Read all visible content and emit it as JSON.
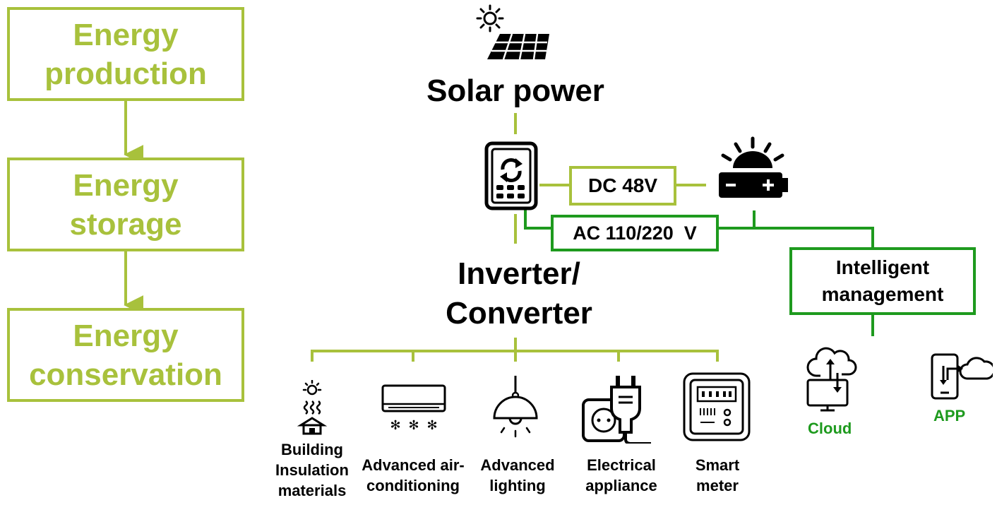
{
  "flow": {
    "stage1_line1": "Energy",
    "stage1_line2": "production",
    "stage2_line1": "Energy",
    "stage2_line2": "storage",
    "stage3_line1": "Energy",
    "stage3_line2": "conservation"
  },
  "system": {
    "source_label": "Solar power",
    "inverter_line1": "Inverter/",
    "inverter_line2": "Converter",
    "dc_label": "DC 48V",
    "ac_label": "AC 110/220  V",
    "mgmt_line1": "Intelligent",
    "mgmt_line2": "management"
  },
  "devices": [
    {
      "line1": "Building",
      "line2": "Insulation",
      "line3": "materials",
      "icon": "building-insulation-icon"
    },
    {
      "line1": "Advanced air-",
      "line2": "conditioning",
      "icon": "air-conditioner-icon"
    },
    {
      "line1": "Advanced",
      "line2": "lighting",
      "icon": "lamp-icon"
    },
    {
      "line1": "Electrical",
      "line2": "appliance",
      "icon": "plug-socket-icon"
    },
    {
      "line1": "Smart",
      "line2": "meter",
      "icon": "smart-meter-icon"
    }
  ],
  "management_outputs": {
    "cloud_label": "Cloud",
    "app_label": "APP"
  },
  "colors": {
    "lime": "#a8c13c",
    "green": "#1e9a1e",
    "black": "#000000"
  }
}
